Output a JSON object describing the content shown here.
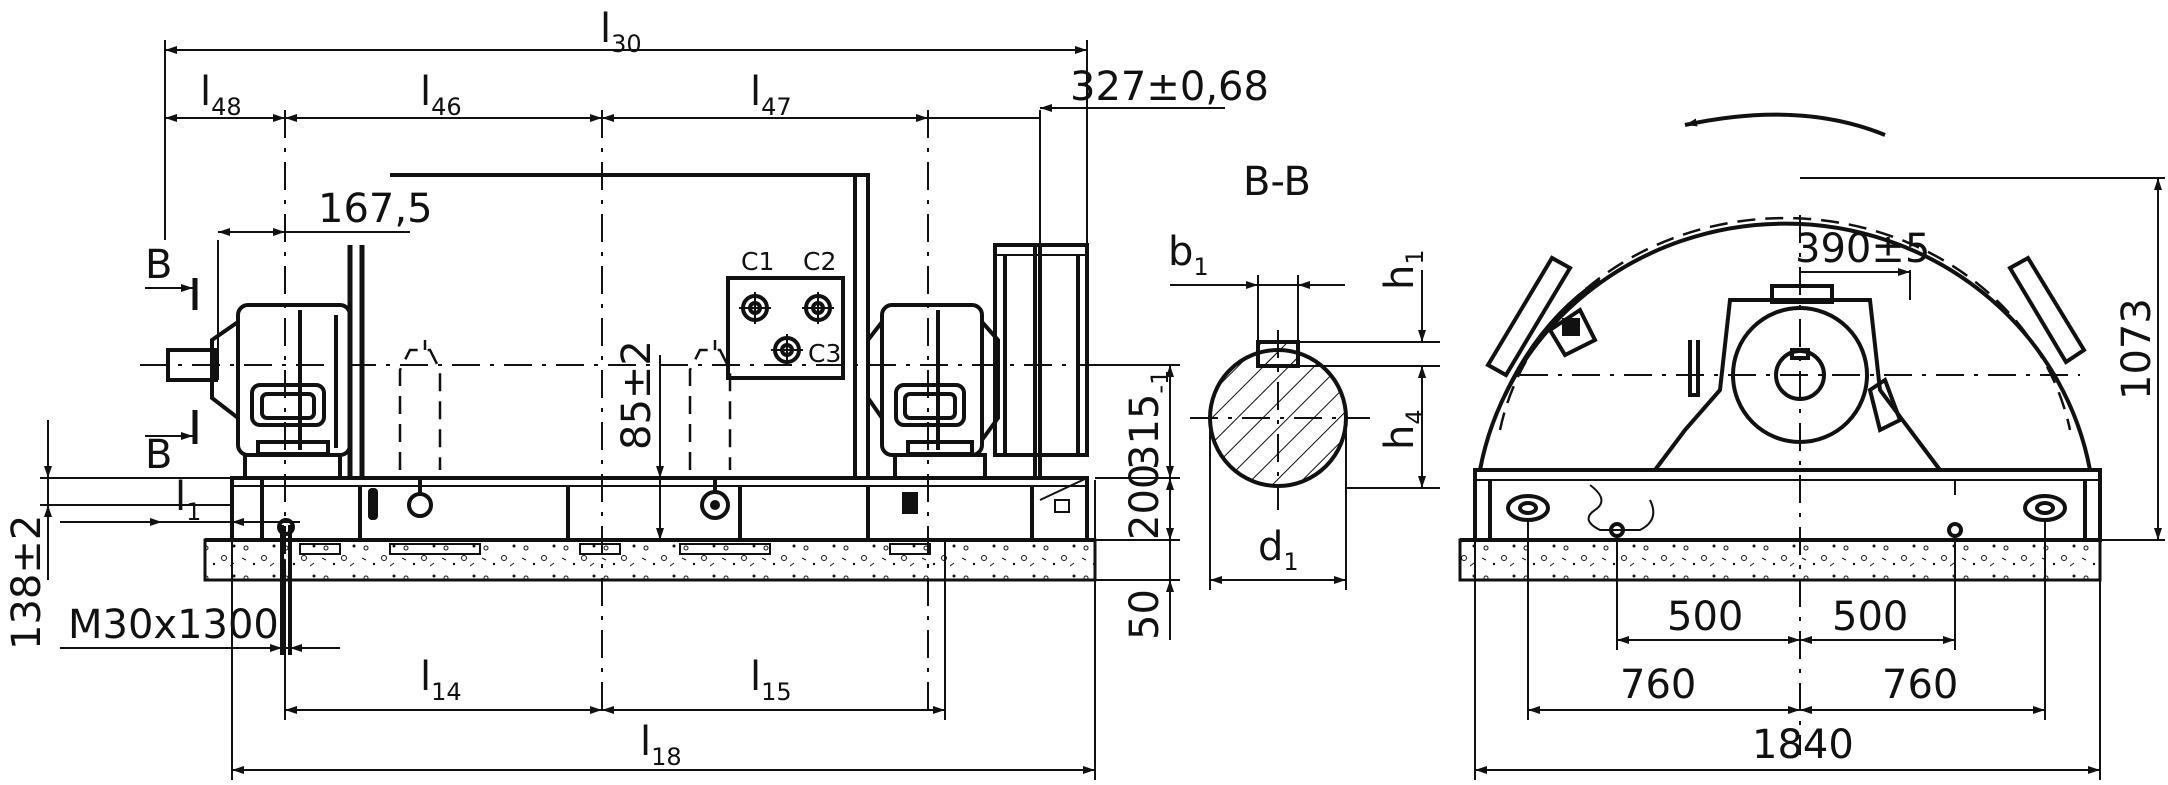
{
  "side_view": {
    "l30": {
      "main": "l",
      "sub": "30"
    },
    "l48": {
      "main": "l",
      "sub": "48"
    },
    "l46": {
      "main": "l",
      "sub": "46"
    },
    "l47": {
      "main": "l",
      "sub": "47"
    },
    "dim_327": "327±0,68",
    "dim_167": "167,5",
    "section_mark_top": "B",
    "section_mark_bottom": "B",
    "c1": "C1",
    "c2": "C2",
    "c3": "C3",
    "dim_85": "85±2",
    "dim_315": {
      "main": "315",
      "sub": "-1"
    },
    "dim_200": "200",
    "dim_50": "50",
    "dim_138": "138±2",
    "bolt": "M30x1300",
    "l1": {
      "main": "l",
      "sub": "1"
    },
    "l14": {
      "main": "l",
      "sub": "14"
    },
    "l15": {
      "main": "l",
      "sub": "15"
    },
    "l18": {
      "main": "l",
      "sub": "18"
    }
  },
  "section_view": {
    "title": "B-B",
    "b1": {
      "main": "b",
      "sub": "1"
    },
    "h1": {
      "main": "h",
      "sub": "1"
    },
    "h4": {
      "main": "h",
      "sub": "4"
    },
    "d1": {
      "main": "d",
      "sub": "1"
    }
  },
  "end_view": {
    "dim_390": "390±5",
    "dim_1073": "1073",
    "dim_500_left": "500",
    "dim_500_right": "500",
    "dim_760_left": "760",
    "dim_760_right": "760",
    "dim_1840": "1840"
  }
}
